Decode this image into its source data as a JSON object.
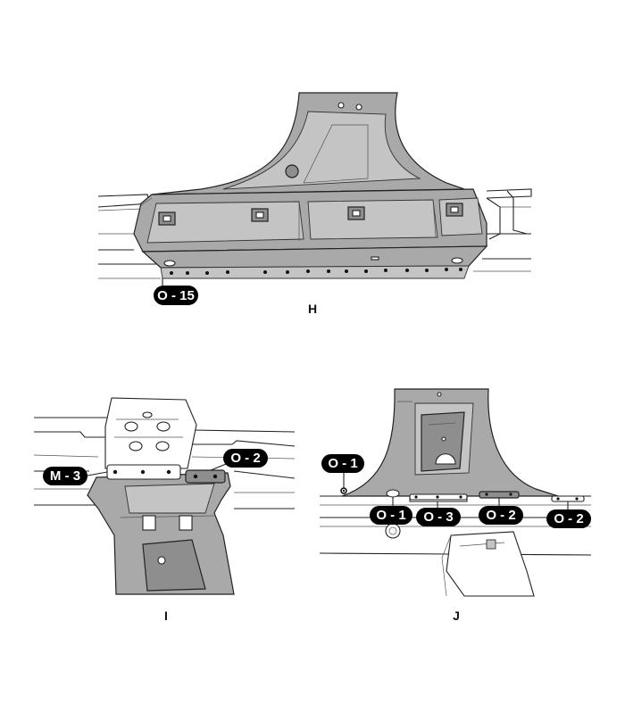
{
  "views": [
    {
      "id": "H",
      "label": "H",
      "callouts": [
        {
          "id": "h-o15",
          "text": "O - 15"
        }
      ]
    },
    {
      "id": "I",
      "label": "I",
      "callouts": [
        {
          "id": "i-m3",
          "text": "M - 3"
        },
        {
          "id": "i-o2",
          "text": "O - 2"
        }
      ]
    },
    {
      "id": "J",
      "label": "J",
      "callouts": [
        {
          "id": "j-o1-top",
          "text": "O - 1"
        },
        {
          "id": "j-o1",
          "text": "O - 1"
        },
        {
          "id": "j-o3",
          "text": "O - 3"
        },
        {
          "id": "j-o2-mid",
          "text": "O - 2"
        },
        {
          "id": "j-o2-right",
          "text": "O - 2"
        }
      ]
    }
  ],
  "colors": {
    "callout_fill": "#000000",
    "callout_text": "#ffffff",
    "panel_gray": "#a9a9a9",
    "line": "#222222"
  }
}
